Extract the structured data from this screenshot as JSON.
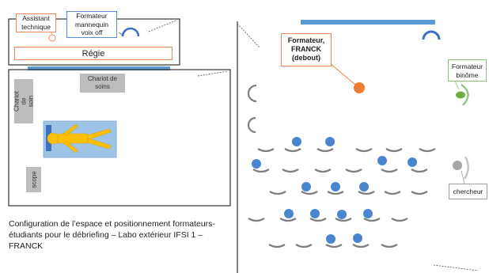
{
  "labels": {
    "assistant": "Assistant\ntechnique",
    "formateur_voix": "Formateur\nmannequin\nvoix off",
    "regie": "Régie",
    "chariot_top": "Chariot de\nsoins",
    "chariot_left": "Chariot de\nsoin",
    "scope": "scope",
    "franck": "Formateur,\nFRANCK\n(debout)",
    "binome": "Formateur\nbinôme",
    "chercheur": "chercheur"
  },
  "caption": "Configuration de l’espace et positionnement formateurs-étudiants pour le débriefing – Labo extérieur IFSI 1 – FRANCK",
  "colors": {
    "student": "#4a86d0",
    "franck": "#ed7d31",
    "binome": "#70ad47",
    "chercheur": "#a6a6a6",
    "top_bar": "#5b9bd5",
    "patient": "#ffc000",
    "bed": "#9dc3e6",
    "chair_arc": "#7f7f7f"
  },
  "icons": {
    "student": "student-icon",
    "chair": "chair-arc-icon",
    "patient": "patient-mannequin-icon"
  }
}
